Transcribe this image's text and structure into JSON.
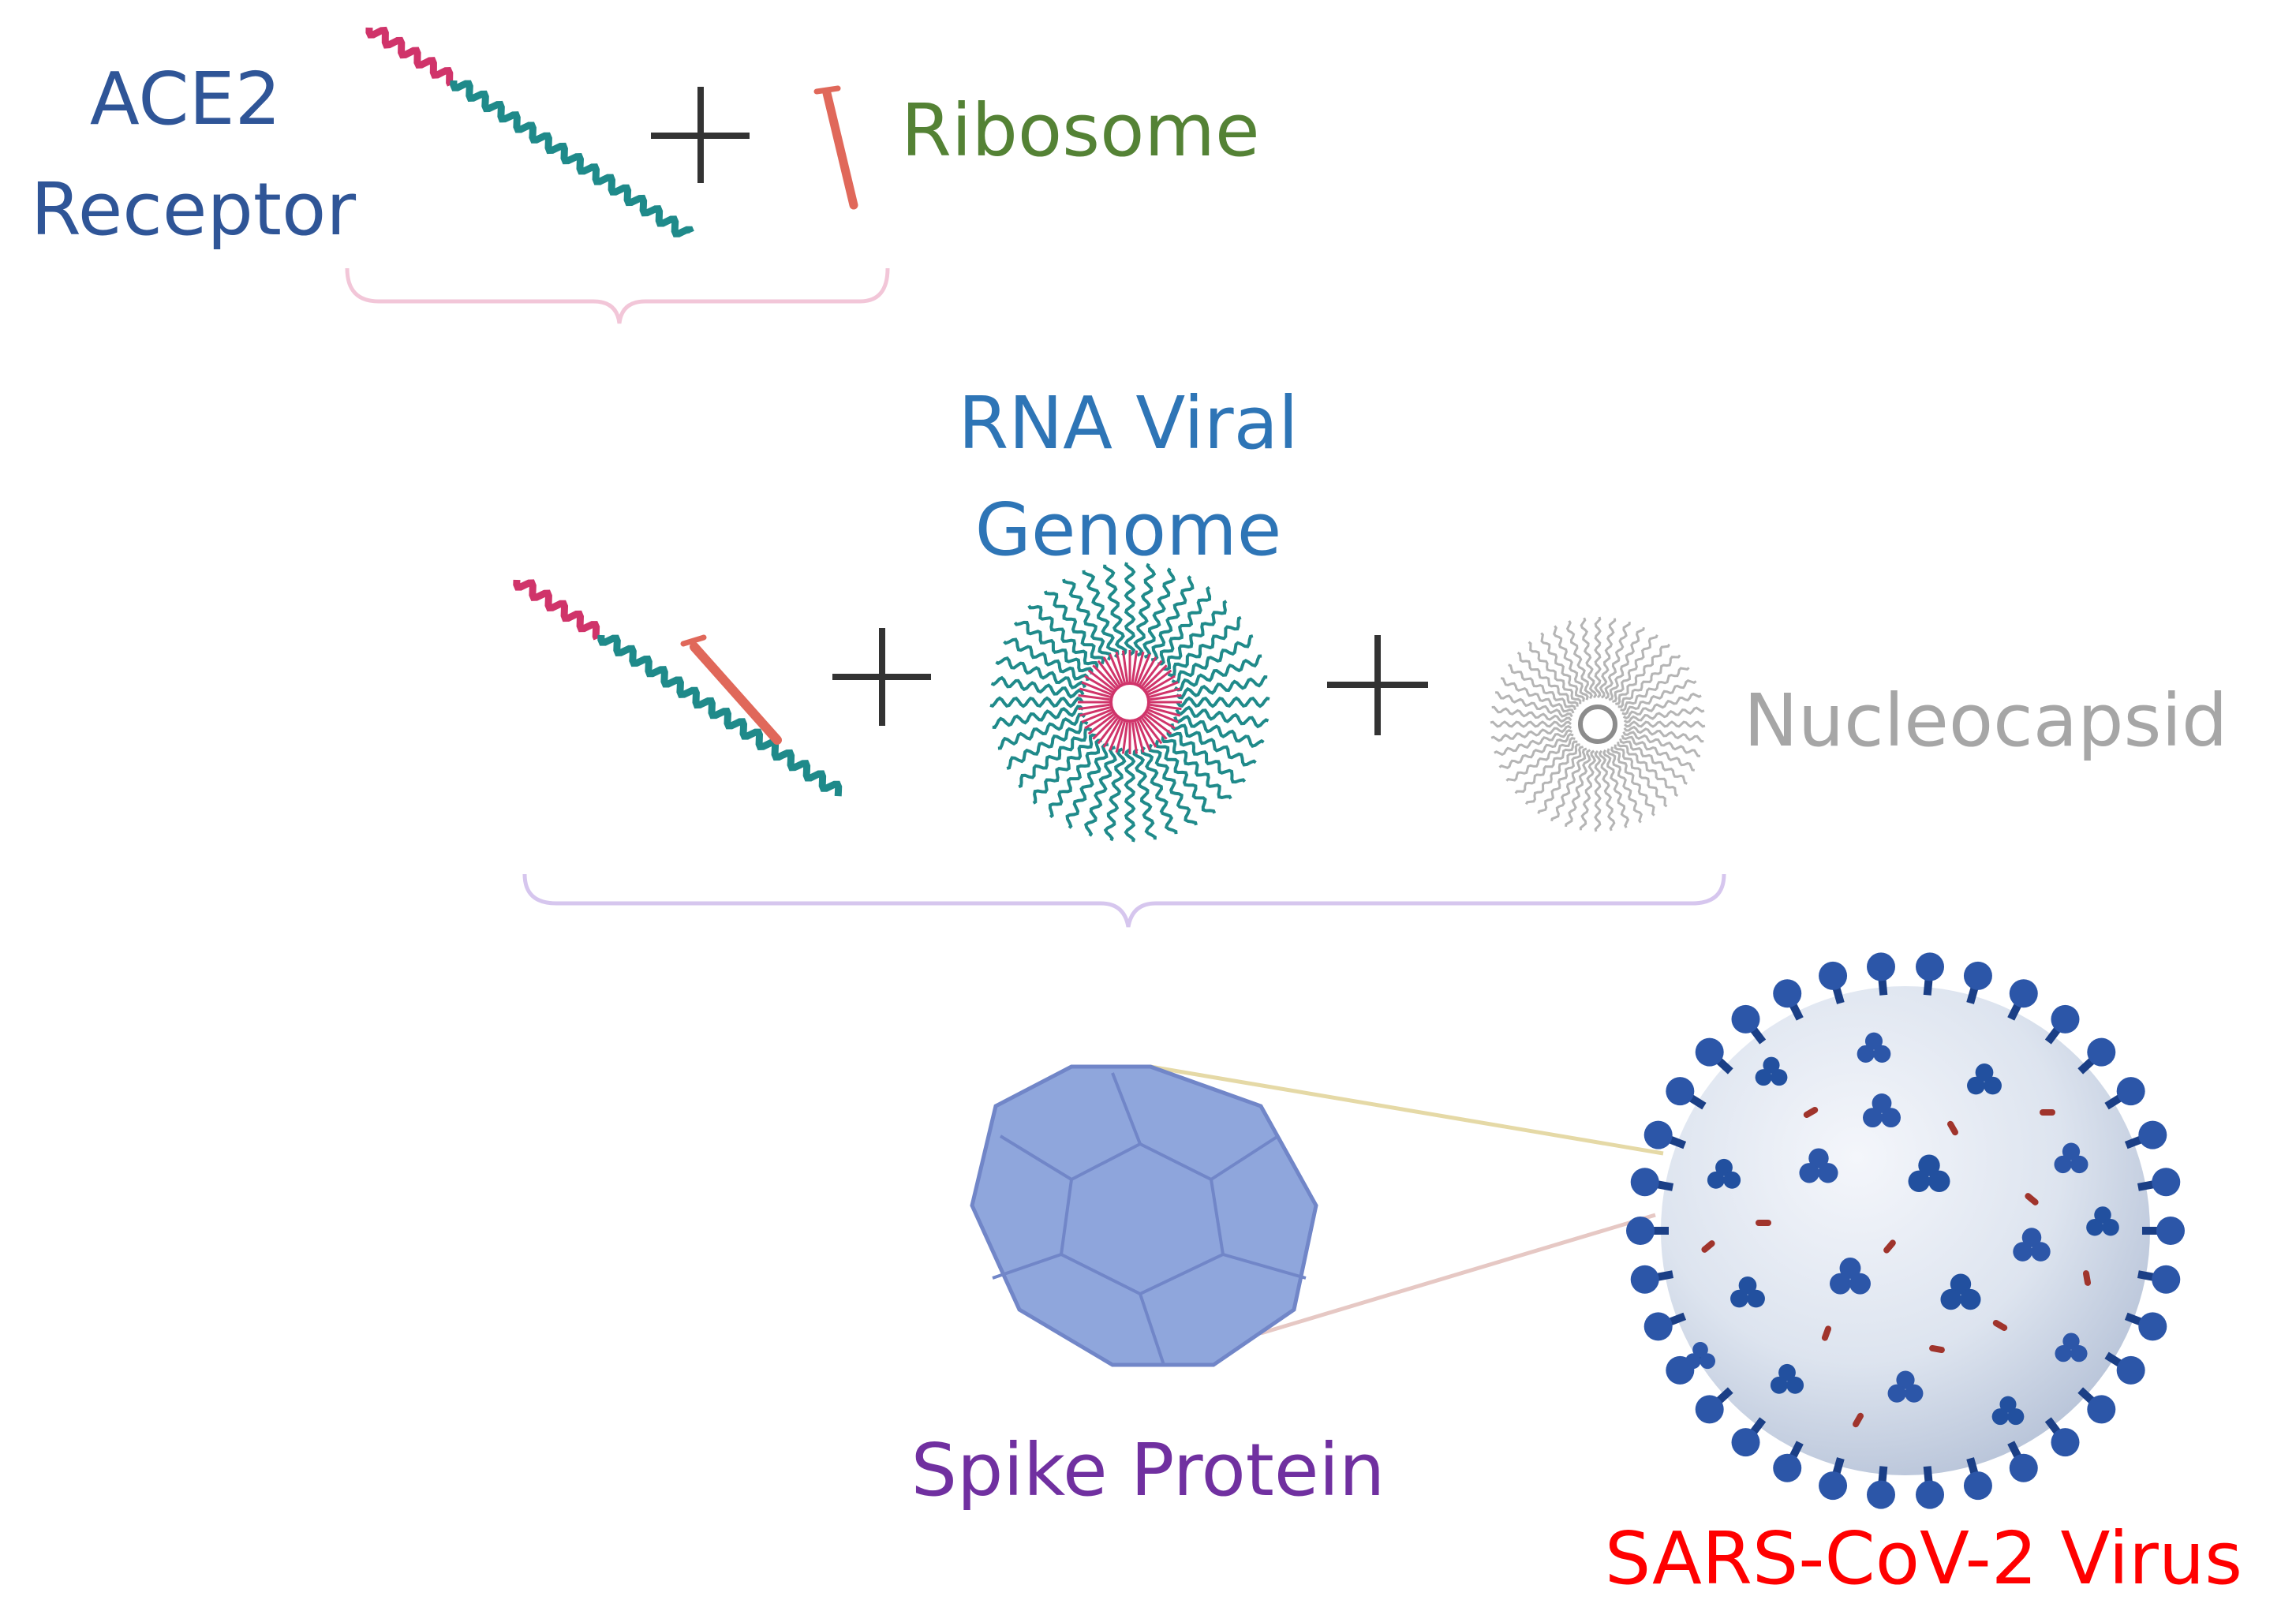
{
  "labels": {
    "ace2_line1": "ACE2",
    "ace2_line2": "Receptor",
    "ribosome": "Ribosome",
    "rna_line1": "RNA Viral",
    "rna_line2": "Genome",
    "nucleocapsid": "Nucleocapsid",
    "spike": "Spike Protein",
    "virus": "SARS-CoV-2 Virus"
  },
  "colors": {
    "ace2_text": "#2f5597",
    "ribosome_text": "#548235",
    "rna_text": "#2e75b6",
    "nucleocapsid_text": "#a6a6a6",
    "spike_text": "#7030a0",
    "virus_text": "#ff0000",
    "strand_teal": "#1f8a8a",
    "strand_pink": "#d0346a",
    "ribosome_red": "#e0685a",
    "brace_pink": "#f2c6d8",
    "brace_lavender": "#d6c6ee",
    "plus_sign": "#333333",
    "spike_fill": "#8fa6dc",
    "spike_stroke": "#7186c8",
    "virus_surface": "#dde4ef",
    "virus_spike": "#2c56a8",
    "virus_spike_dark": "#1b3f86",
    "virus_dot": "#a0342c"
  },
  "icons": {
    "ace2": "ace2-receptor-strand-icon",
    "ribosome": "ribosome-rod-icon",
    "complex": "ace2-ribosome-complex-icon",
    "rna": "rna-viral-genome-icon",
    "nucleocapsid": "nucleocapsid-icon",
    "spike": "spike-protein-dodecahedron-icon",
    "virus": "sars-cov-2-virus-icon",
    "plus": "plus-icon"
  }
}
